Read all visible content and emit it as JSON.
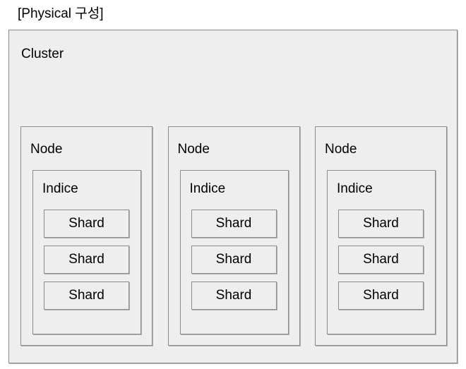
{
  "diagram": {
    "title": "[Physical 구성]",
    "cluster": {
      "label": "Cluster",
      "nodes": [
        {
          "label": "Node",
          "indice": {
            "label": "Indice",
            "shards": [
              {
                "label": "Shard"
              },
              {
                "label": "Shard"
              },
              {
                "label": "Shard"
              }
            ]
          }
        },
        {
          "label": "Node",
          "indice": {
            "label": "Indice",
            "shards": [
              {
                "label": "Shard"
              },
              {
                "label": "Shard"
              },
              {
                "label": "Shard"
              }
            ]
          }
        },
        {
          "label": "Node",
          "indice": {
            "label": "Indice",
            "shards": [
              {
                "label": "Shard"
              },
              {
                "label": "Shard"
              },
              {
                "label": "Shard"
              }
            ]
          }
        }
      ]
    }
  },
  "colors": {
    "page_background": "#ffffff",
    "box_fill": "#eeeeee",
    "box_border": "#8c8c8c",
    "text": "#000000"
  }
}
